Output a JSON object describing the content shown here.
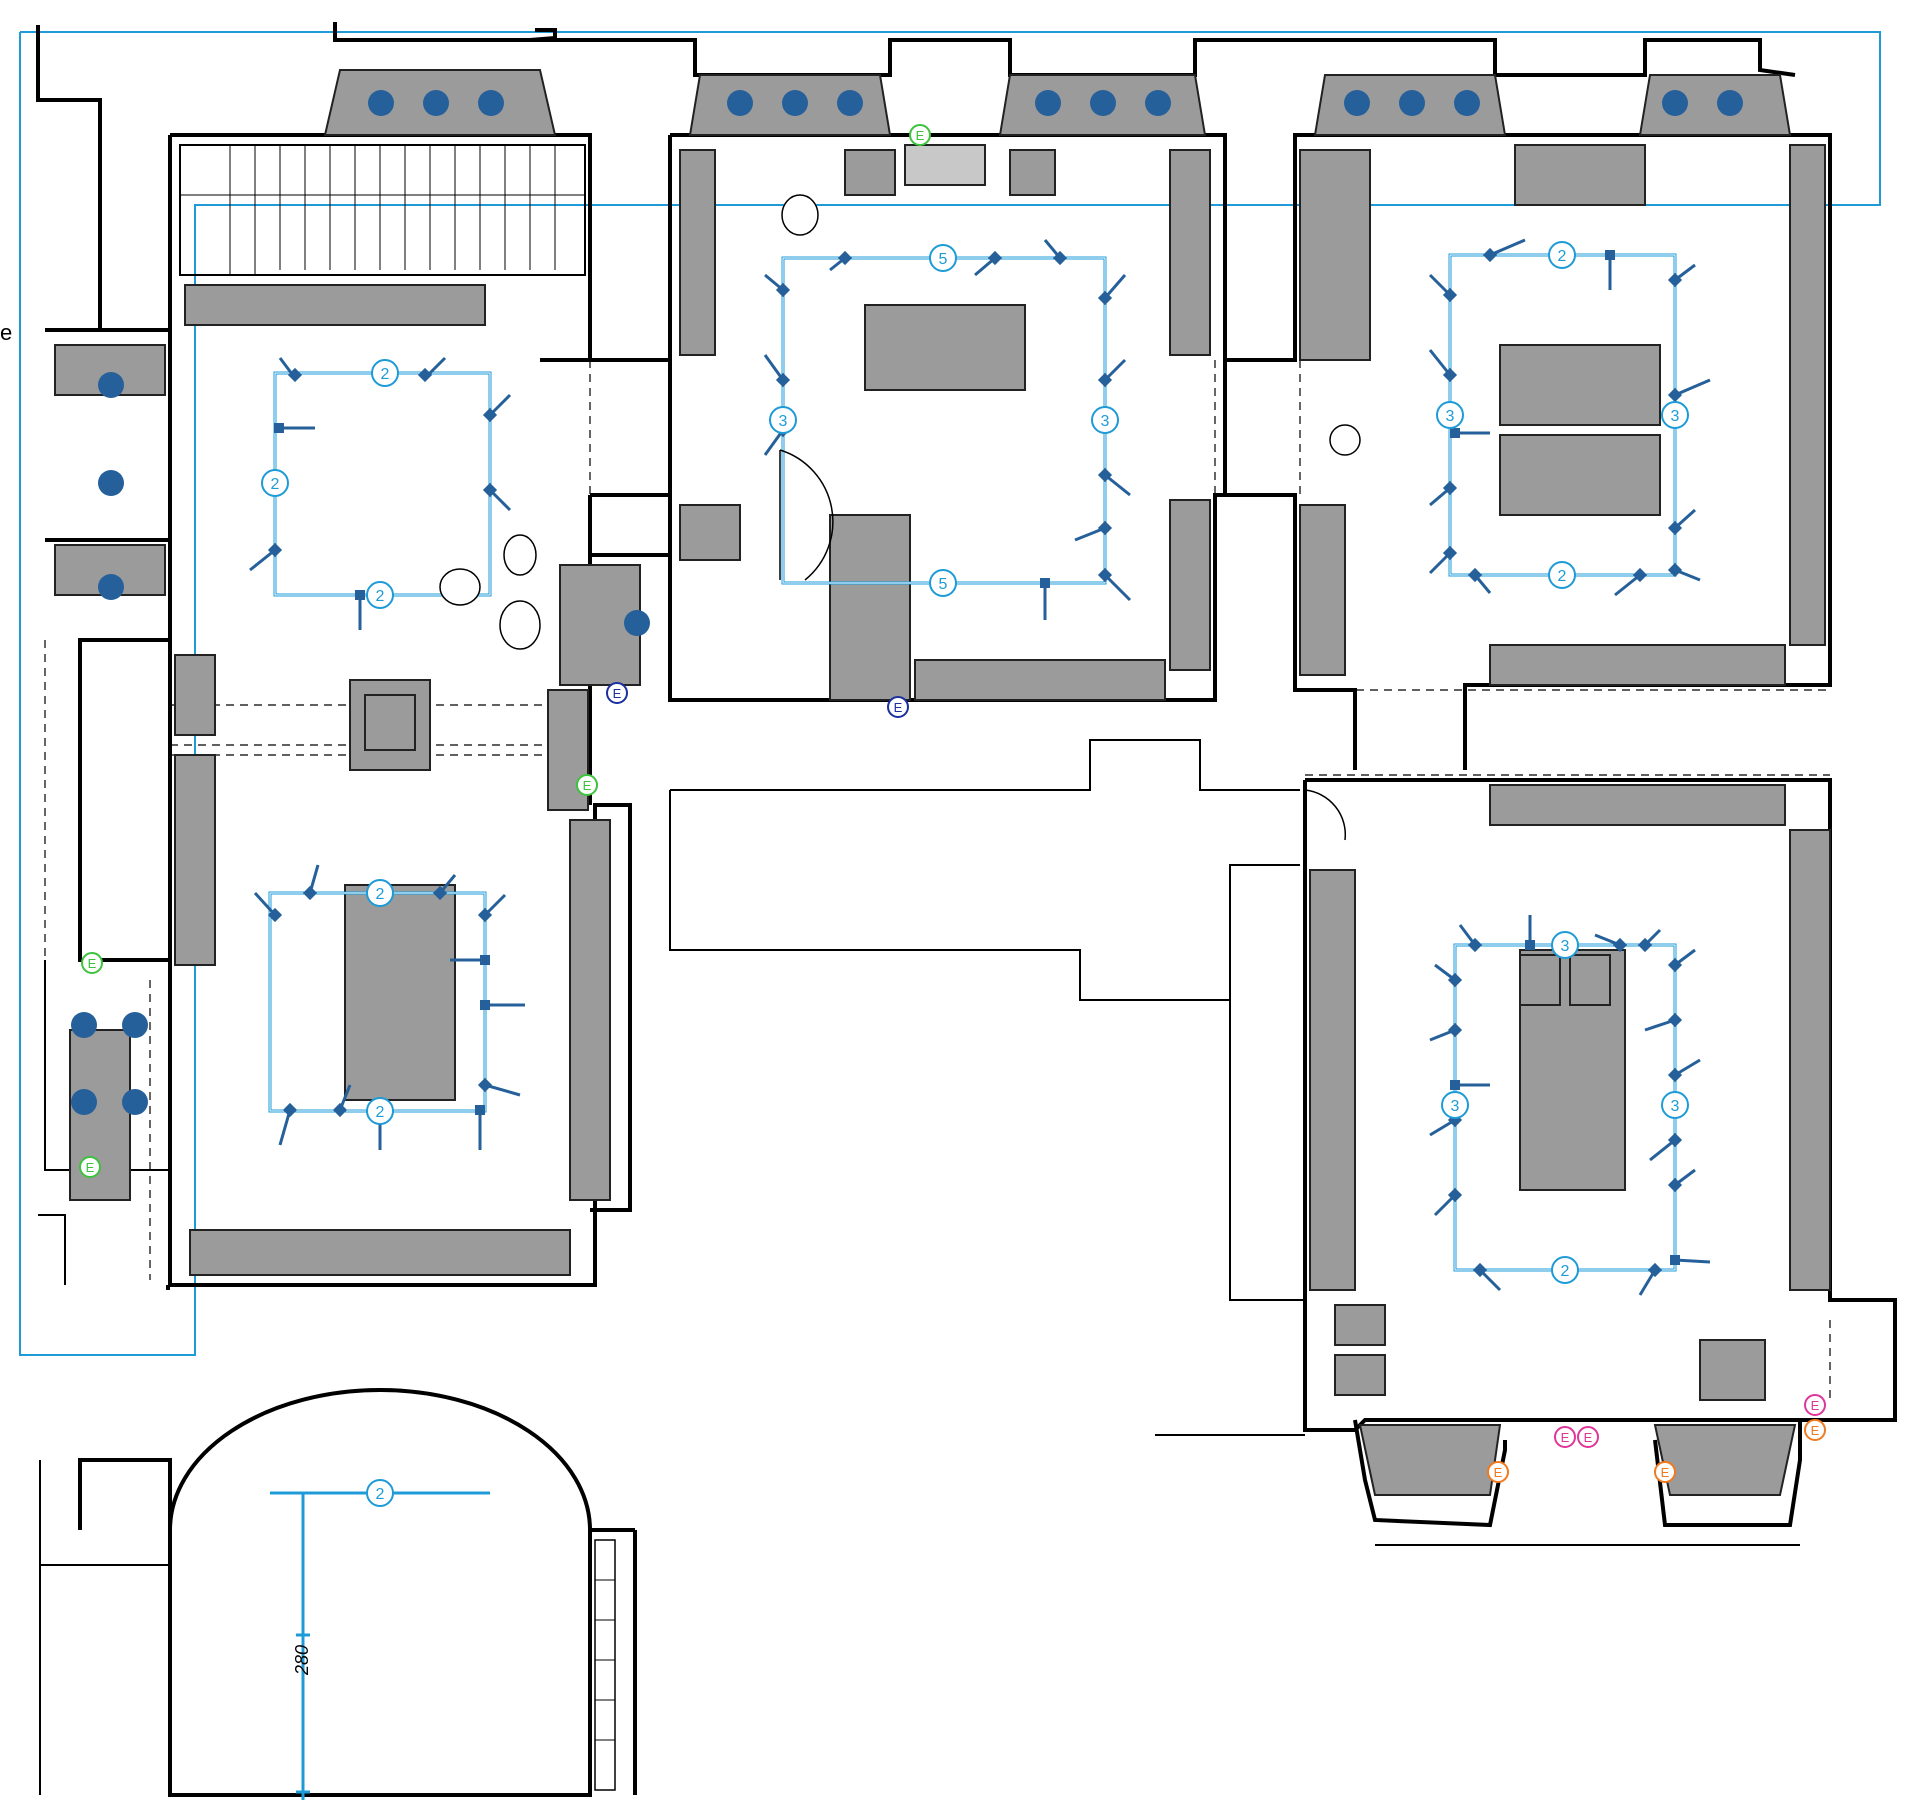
{
  "plan": {
    "edge_letter": "e",
    "section_dimension": "280",
    "track_labels": {
      "room_a_top": "2",
      "room_a_left": "2",
      "room_a_bottom": "2",
      "room_b_top": "2",
      "room_b_bottom": "2",
      "room_c_top": "5",
      "room_c_left": "3",
      "room_c_right": "3",
      "room_c_bottom": "5",
      "room_d_top": "2",
      "room_d_left": "3",
      "room_d_right": "3",
      "room_d_bottom": "2",
      "room_e_top": "3",
      "room_e_left": "3",
      "room_e_right": "3",
      "room_e_bottom": "2",
      "section_track": "2"
    },
    "markers": {
      "e_label": "E"
    },
    "colors": {
      "track": "#1e9bd7",
      "spot": "#25609a",
      "cabinet": "#9b9b9b",
      "marker_green": "#3cc23c",
      "marker_navy": "#1a2fa0",
      "marker_pink": "#e0359a",
      "marker_orange": "#f07a20"
    }
  }
}
